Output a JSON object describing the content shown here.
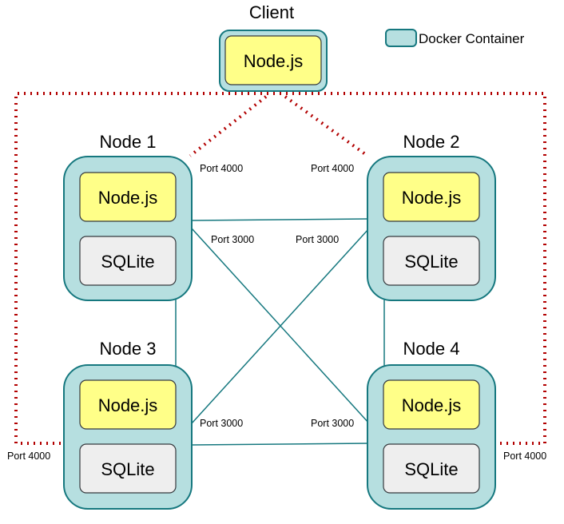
{
  "client": {
    "title": "Client",
    "runtime": "Node.js"
  },
  "legend": {
    "label": "Docker Container",
    "color": "#b6dfe0"
  },
  "nodes": [
    {
      "title": "Node 1",
      "runtime": "Node.js",
      "db": "SQLite"
    },
    {
      "title": "Node 2",
      "runtime": "Node.js",
      "db": "SQLite"
    },
    {
      "title": "Node 3",
      "runtime": "Node.js",
      "db": "SQLite"
    },
    {
      "title": "Node 4",
      "runtime": "Node.js",
      "db": "SQLite"
    }
  ],
  "ports": {
    "client_node1": "Port 4000",
    "client_node2": "Port 4000",
    "node1_mesh": "Port 3000",
    "node2_mesh": "Port 3000",
    "node3_mesh": "Port 3000",
    "node4_mesh": "Port 3000",
    "outer_left": "Port 4000",
    "outer_right": "Port 4000"
  },
  "colors": {
    "container_fill": "#b6dfe0",
    "container_border": "#16787f",
    "nodejs_fill": "#ffff88",
    "sqlite_fill": "#eeeeee",
    "dotted_link": "#b20000"
  }
}
